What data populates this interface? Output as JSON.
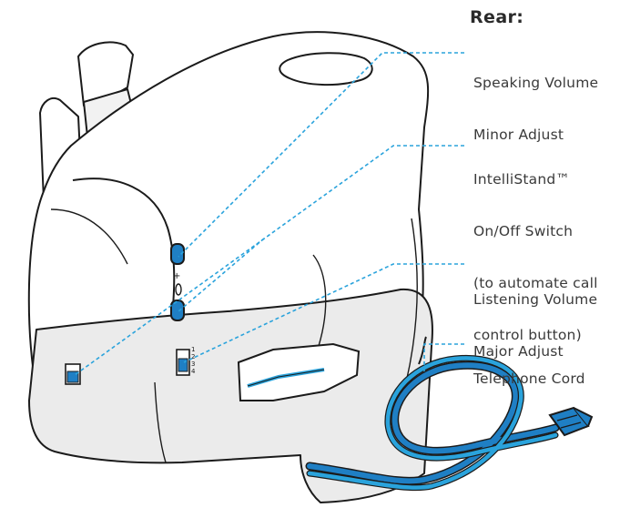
{
  "heading": "Rear:",
  "callouts": [
    {
      "id": "speaking-volume",
      "lines": [
        "Speaking Volume",
        "Minor Adjust"
      ]
    },
    {
      "id": "intellistand-switch",
      "lines": [
        "IntelliStand™",
        "On/Off Switch",
        "(to automate call",
        "control button)"
      ]
    },
    {
      "id": "listening-volume",
      "lines": [
        "Listening Volume",
        "Major Adjust"
      ]
    },
    {
      "id": "telephone-cord",
      "lines": [
        "Telephone Cord"
      ]
    }
  ],
  "colors": {
    "leader_line": "#2aa3dc",
    "cord": "#1f7fc4",
    "outline": "#1b1b1b",
    "body_fill": "#ffffff",
    "base_fill": "#ebebeb",
    "text": "#3a3a3a"
  }
}
